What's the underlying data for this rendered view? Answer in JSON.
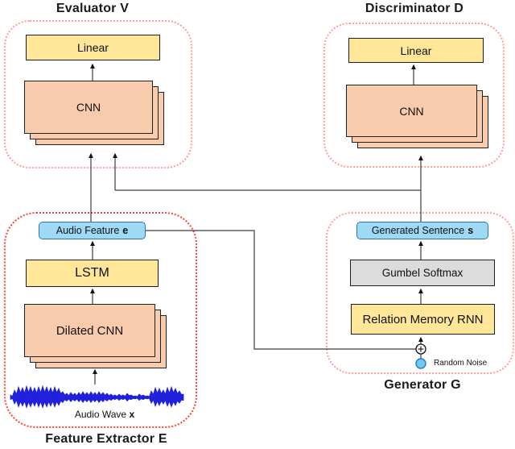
{
  "colors": {
    "box_yellow": "#FFE699",
    "box_peach": "#F8CBAD",
    "box_gray": "#DCDCDC",
    "box_blue": "#9ED9F6",
    "blue_border": "#2E75B6",
    "module_border_light": "#FF9C9C",
    "module_border_bright": "#FF4133",
    "line": "#3d3d3d",
    "waveform_blue": "#2121DC"
  },
  "evaluator": {
    "title": "Evaluator V",
    "linear_label": "Linear",
    "cnn_label": "CNN"
  },
  "discriminator": {
    "title": "Discriminator D",
    "linear_label": "Linear",
    "cnn_label": "CNN"
  },
  "feature_extractor": {
    "title": "Feature Extractor E",
    "audio_feature": {
      "text": "Audio Feature",
      "suffix": "e"
    },
    "lstm_label": "LSTM",
    "dilated_cnn_label": "Dilated CNN",
    "audio_wave": {
      "text": "Audio Wave",
      "suffix": "x"
    },
    "waveform_envelope": [
      3,
      9,
      13,
      12,
      14,
      13,
      12,
      13,
      14,
      13,
      12,
      13,
      11,
      7,
      5,
      6,
      5,
      6,
      7,
      6,
      7,
      6,
      7,
      6,
      5,
      4,
      3,
      4,
      3,
      5,
      3,
      2,
      4,
      3,
      2,
      8,
      12,
      11,
      9,
      12,
      13,
      11,
      8,
      4
    ]
  },
  "generator": {
    "title": "Generator G",
    "generated_sentence": {
      "text": "Generated Sentence",
      "suffix": "s"
    },
    "gumbel_label": "Gumbel Softmax",
    "rmn_label": "Relation Memory RNN",
    "random_noise_label": "Random Noise",
    "plus_symbol": "+"
  }
}
